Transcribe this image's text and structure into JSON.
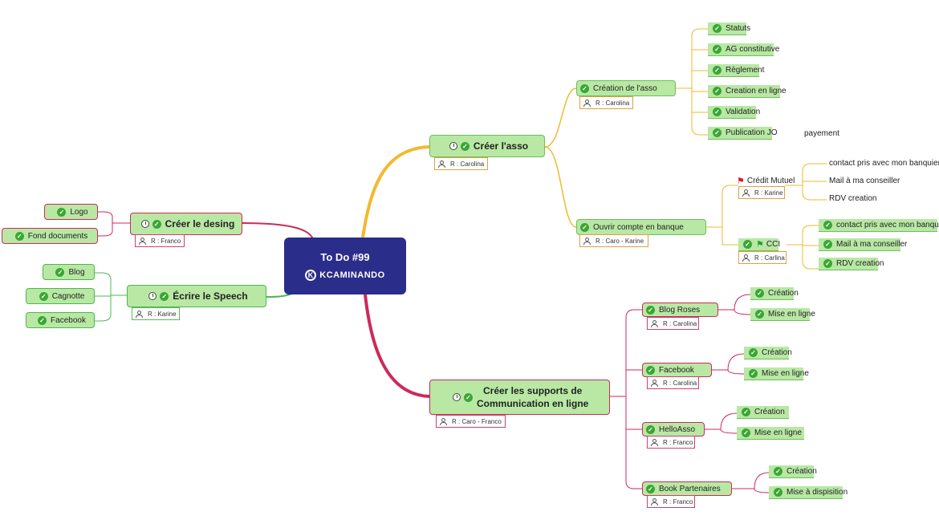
{
  "center": {
    "title": "To Do #99",
    "logo_text": "KCAMINANDO"
  },
  "creer_asso": {
    "label": "Créer l'asso",
    "resp": "R : Carolina",
    "creation": {
      "label": "Création de l'asso",
      "resp": "R : Carolina",
      "items": [
        "Statuts",
        "AG constitutive",
        "Règlement",
        "Creation en ligne",
        "Validation",
        "Publication JO"
      ],
      "note": "payement"
    },
    "compte": {
      "label": "Ouvrir compte en banque",
      "resp": "R : Caro - Karine",
      "credit": {
        "label": "Crédit Mutuel",
        "resp": "R : Karine",
        "items": [
          "contact pris avec mon banquier",
          "Mail à ma conseiller",
          "RDV creation"
        ]
      },
      "cci": {
        "label": "CCI",
        "resp": "R : Carlina",
        "items": [
          "contact pris avec mon banquier",
          "Mail à ma conseiller",
          "RDV creation"
        ]
      }
    }
  },
  "creer_desing": {
    "label": "Créer le desing",
    "resp": "R : Franco",
    "items": [
      "Logo",
      "Fond documents"
    ]
  },
  "ecrire_speech": {
    "label": "Écrire le Speech",
    "resp": "R : Karine",
    "items": [
      "Blog",
      "Cagnotte",
      "Facebook"
    ]
  },
  "supports": {
    "label_line1": "Créer les supports de",
    "label_line2": "Communication en ligne",
    "resp": "R : Caro - Franco",
    "children": [
      {
        "label": "Blog Roses",
        "resp": "R : Carolina",
        "items": [
          "Création",
          "Mise en ligne"
        ]
      },
      {
        "label": "Facebook",
        "resp": "R : Carolina",
        "items": [
          "Création",
          "Mise en ligne"
        ]
      },
      {
        "label": "HelloAsso",
        "resp": "R : Franco",
        "items": [
          "Création",
          "Mise en ligne"
        ]
      },
      {
        "label": "Book Partenaires",
        "resp": "R : Franco",
        "items": [
          "Création",
          "Mise à dispisition"
        ]
      }
    ]
  },
  "colors": {
    "center": "#2a2d8a",
    "node_fill": "#b8e8a4",
    "branch_asso": "#f2b92e",
    "branch_pink": "#cc2a5a",
    "branch_green": "#4cb84c"
  }
}
